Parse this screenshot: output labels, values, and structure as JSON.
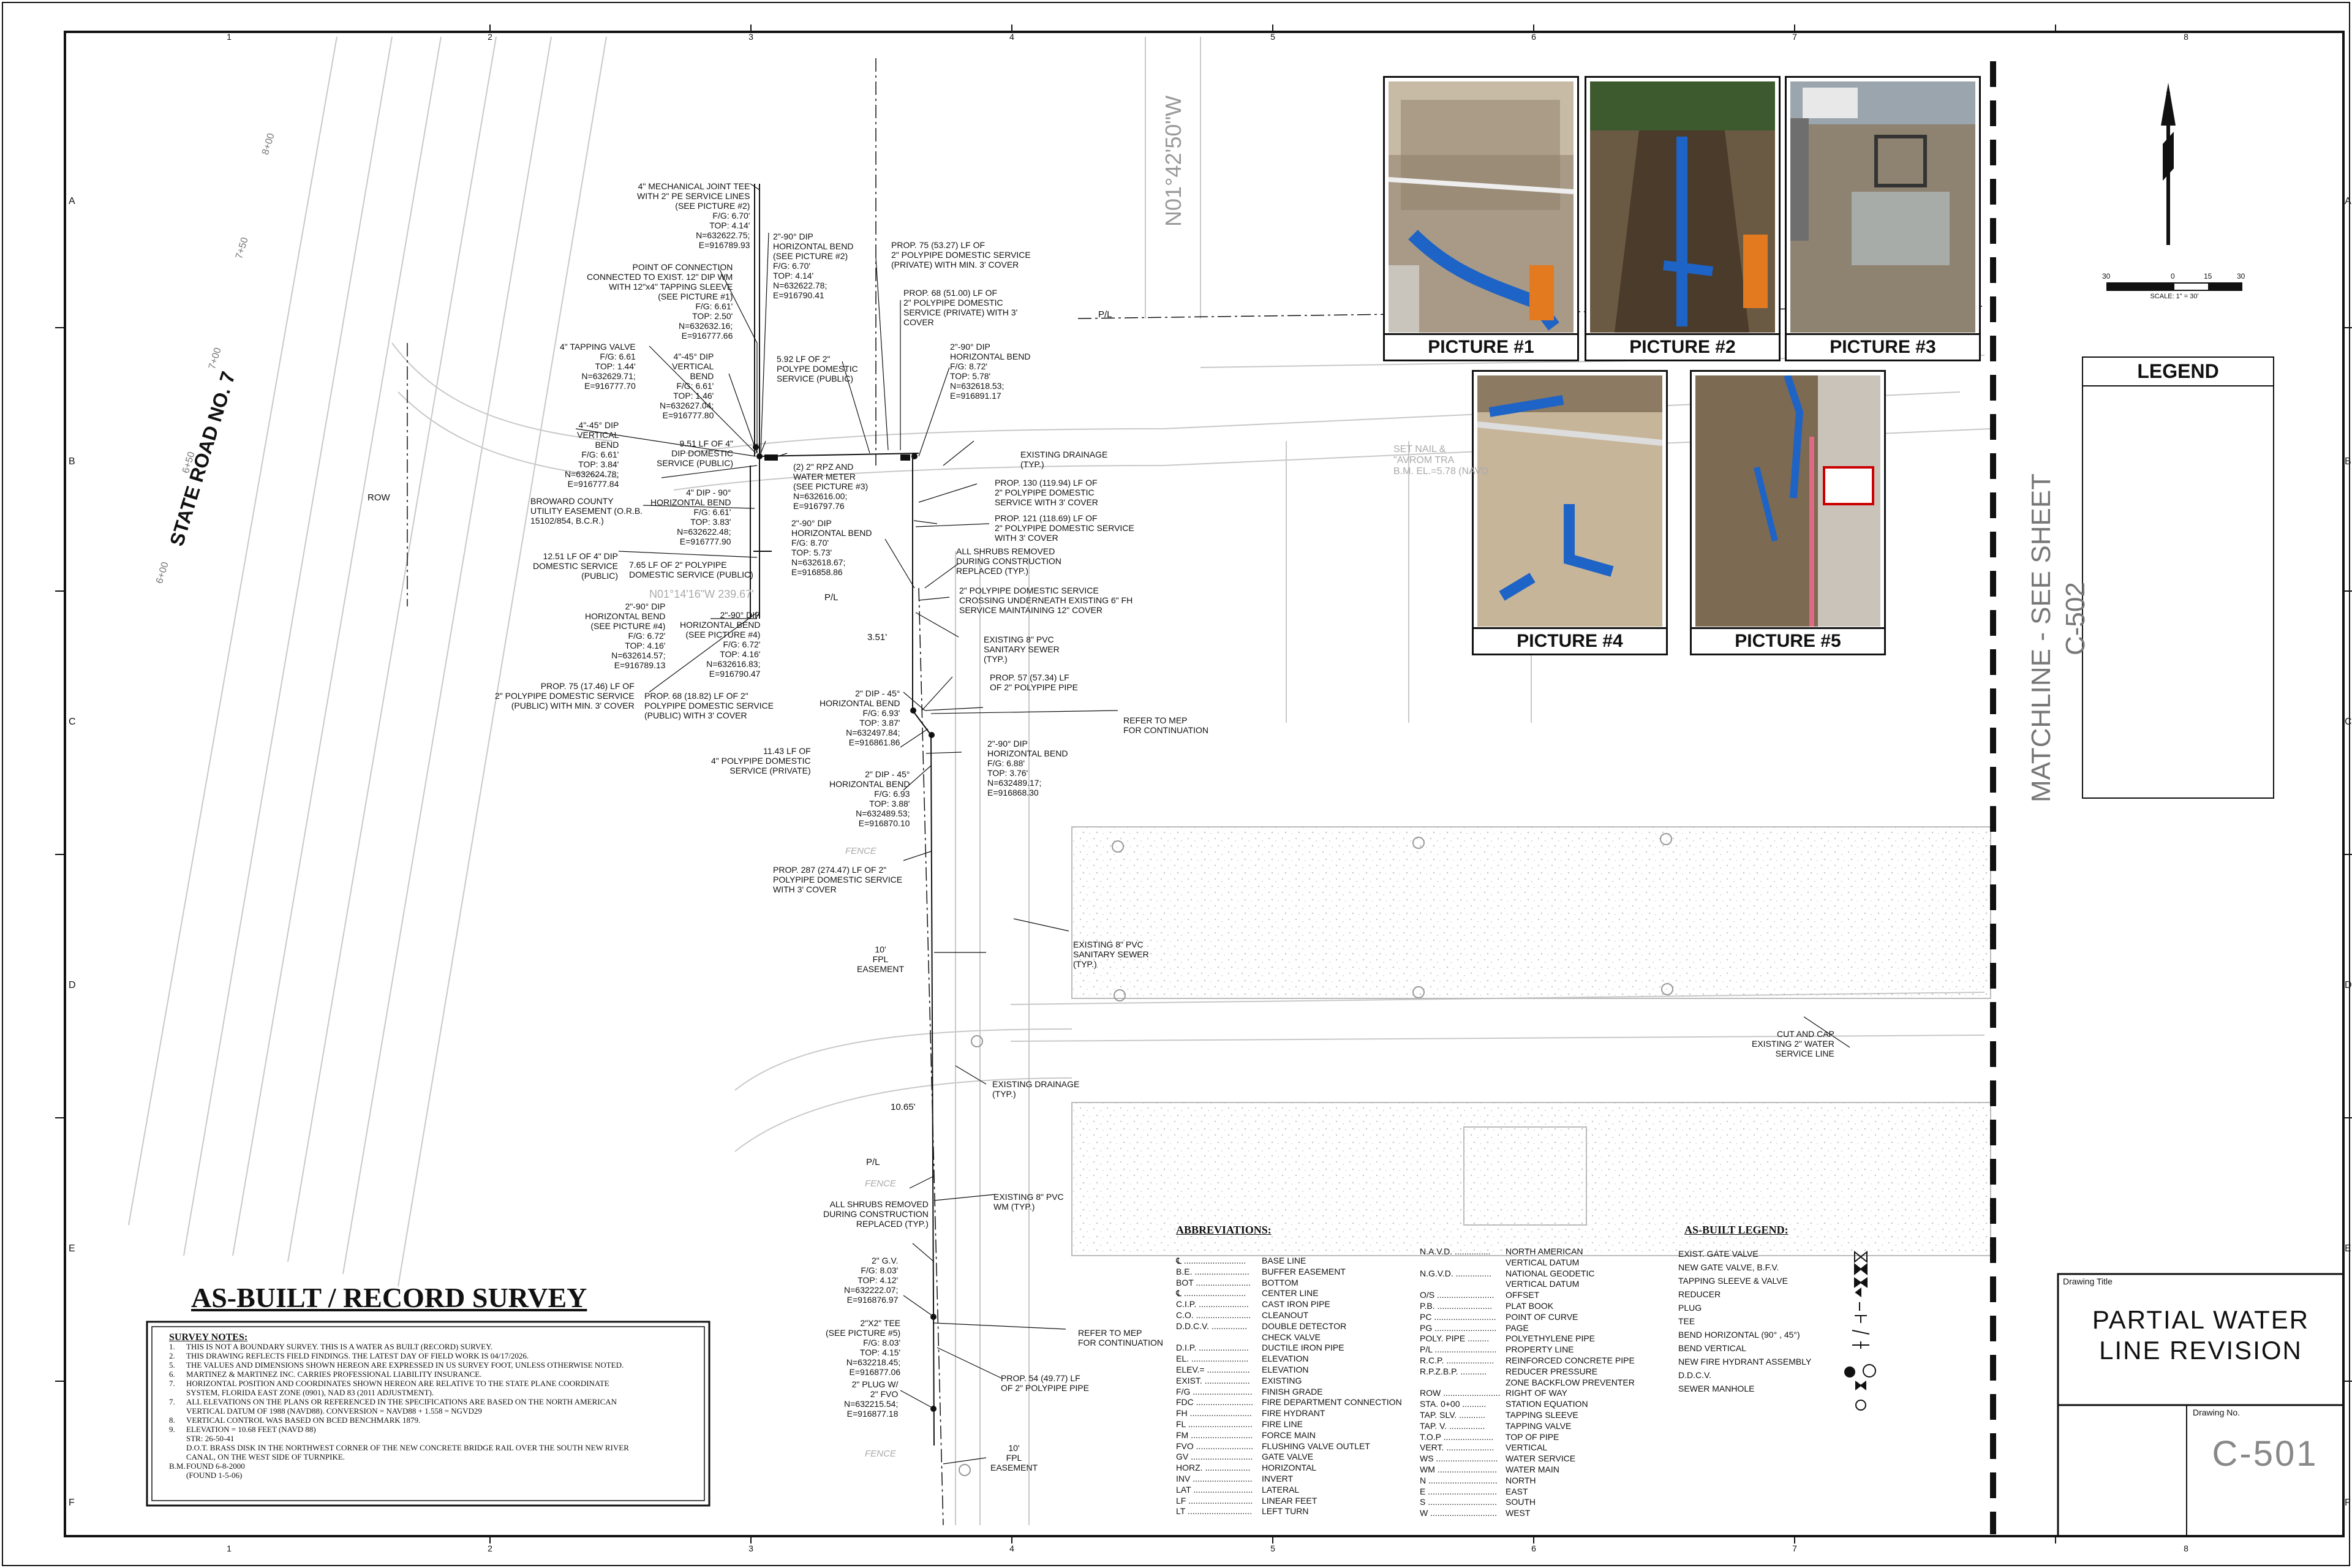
{
  "title_block": {
    "drawing_title_label": "Drawing Title",
    "drawing_title_line1": "PARTIAL WATER",
    "drawing_title_line2": "LINE REVISION",
    "drawing_no_label": "Drawing No.",
    "drawing_no": "C-501"
  },
  "survey_title": "AS-BUILT / RECORD SURVEY",
  "road_name": "STATE ROAD NO. 7",
  "bearing_label": "N01°42'50\"W",
  "matchline": {
    "line1": "MATCHLINE - SEE SHEET",
    "line2": "C-502"
  },
  "legend_title": "LEGEND",
  "scale": {
    "labels": [
      "30",
      "0",
      "15",
      "30"
    ],
    "caption": "SCALE: 1\" = 30'"
  },
  "grid": {
    "columns": [
      "1",
      "2",
      "3",
      "4",
      "5",
      "6",
      "7",
      "8"
    ],
    "rows": [
      "A",
      "B",
      "C",
      "D",
      "E",
      "F"
    ]
  },
  "stations": [
    "8+00",
    "7+50",
    "7+00",
    "6+50",
    "6+00"
  ],
  "photos": [
    "PICTURE #1",
    "PICTURE #2",
    "PICTURE #3",
    "PICTURE #4",
    "PICTURE #5"
  ],
  "callouts": [
    "4\" MECHANICAL JOINT TEE\nWITH 2\" PE SERVICE LINES\n(SEE PICTURE #2)\nF/G: 6.70'\nTOP: 4.14'\nN=632622.75;\nE=916789.93",
    "2\"-90° DIP\nHORIZONTAL BEND\n(SEE PICTURE #2)\nF/G: 6.70'\nTOP: 4.14'\nN=632622.78;\nE=916790.41",
    "PROP. 75 (53.27) LF OF\n2\" POLYPIPE DOMESTIC SERVICE\n(PRIVATE) WITH MIN. 3' COVER",
    "PROP. 68 (51.00) LF OF\n2\" POLYPIPE DOMESTIC\nSERVICE (PRIVATE) WITH 3'\nCOVER",
    "POINT OF CONNECTION\nCONNECTED TO EXIST. 12\" DIP WM\nWITH 12\"x4\" TAPPING SLEEVE\n(SEE PICTURE #1)\nF/G: 6.61'\nTOP: 2.50'\nN=632632.16;\nE=916777.66",
    "4\" TAPPING VALVE\nF/G: 6.61\nTOP: 1.44'\nN=632629.71;\nE=916777.70",
    "4\"-45° DIP\nVERTICAL\nBEND\nF/G: 6.61'\nTOP: 1.46'\nN=632627.04;\nE=916777.80",
    "5.92 LF OF 2\"\nPOLYPE DOMESTIC\nSERVICE (PUBLIC)",
    "2\"-90° DIP\nHORIZONTAL BEND\nF/G: 8.72'\nTOP: 5.78'\nN=632618.53;\nE=916891.17",
    "4\"-45° DIP\nVERTICAL\nBEND\nF/G: 6.61'\nTOP: 3.84'\nN=632624.78;\nE=916777.84",
    "9.51 LF OF 4\"\nDIP DOMESTIC\nSERVICE (PUBLIC)",
    "(2) 2\" RPZ AND\nWATER METER\n(SEE PICTURE #3)\nN=632616.00;\nE=916797.76",
    "EXISTING DRAINAGE\n(TYP.)",
    "BROWARD COUNTY\nUTILITY EASEMENT (O.R.B.\n15102/854, B.C.R.)",
    "4\" DIP - 90°\nHORIZONTAL BEND\nF/G: 6.61'\nTOP: 3.83'\nN=632622.48;\nE=916777.90",
    "2\"-90° DIP\nHORIZONTAL BEND\nF/G: 8.70'\nTOP: 5.73'\nN=632618.67;\nE=916858.86",
    "PROP. 130 (119.94) LF OF\n2\" POLYPIPE DOMESTIC\nSERVICE WITH 3' COVER",
    "PROP. 121 (118.69) LF OF\n2\" POLYPIPE DOMESTIC SERVICE\nWITH 3' COVER",
    "12.51 LF OF 4\" DIP\nDOMESTIC SERVICE\n(PUBLIC)",
    "7.65 LF OF 2\" POLYPIPE\nDOMESTIC SERVICE (PUBLIC)",
    "ALL SHRUBS REMOVED\nDURING CONSTRUCTION\nREPLACED (TYP.)",
    "2\" POLYPIPE DOMESTIC SERVICE\nCROSSING UNDERNEATH EXISTING 6\" FH\nSERVICE MAINTAINING 12\" COVER",
    "2\"-90° DIP\nHORIZONTAL BEND\n(SEE PICTURE #4)\nF/G: 6.72'\nTOP: 4.16'\nN=632614.57;\nE=916789.13",
    "2\"-90° DIP\nHORIZONTAL BEND\n(SEE PICTURE #4)\nF/G: 6.72'\nTOP: 4.16'\nN=632616.83;\nE=916790.47",
    "EXISTING 8\" PVC\nSANITARY SEWER\n(TYP.)",
    "PROP. 57 (57.34) LF\nOF 2\" POLYPIPE PIPE",
    "PROP. 75 (17.46) LF OF\n2\" POLYPIPE DOMESTIC SERVICE\n(PUBLIC) WITH MIN. 3' COVER",
    "PROP. 68 (18.82) LF OF 2\"\nPOLYPIPE DOMESTIC SERVICE\n(PUBLIC) WITH 3' COVER",
    "2\" DIP - 45°\nHORIZONTAL BEND\nF/G: 6.93'\nTOP: 3.87'\nN=632497.84;\nE=916861.86",
    "REFER TO MEP\nFOR CONTINUATION",
    "11.43 LF OF\n4\" POLYPIPE DOMESTIC\nSERVICE (PRIVATE)",
    "2\"-90° DIP\nHORIZONTAL BEND\nF/G: 6.88'\nTOP: 3.76'\nN=632489.17;\nE=916868.30",
    "2\" DIP - 45°\nHORIZONTAL BEND\nF/G: 6.93\nTOP: 3.88'\nN=632489.53;\nE=916870.10",
    "PROP. 287 (274.47) LF OF 2\"\nPOLYPIPE DOMESTIC SERVICE\nWITH 3' COVER",
    "EXISTING 8\" PVC\nSANITARY SEWER\n(TYP.)",
    "10'\nFPL\nEASEMENT",
    "CUT AND CAP\nEXISTING 2\" WATER\nSERVICE LINE",
    "EXISTING DRAINAGE\n(TYP.)",
    "ALL SHRUBS REMOVED\nDURING CONSTRUCTION\nREPLACED (TYP.)",
    "EXISTING 8\" PVC\nWM (TYP.)",
    "2\" G.V.\nF/G: 8.03'\nTOP: 4.12'\nN=632222.07;\nE=916876.97",
    "2\"X2\" TEE\n(SEE PICTURE #5)\nF/G: 8.03'\nTOP: 4.15'\nN=632218.45;\nE=916877.06",
    "REFER TO MEP\nFOR CONTINUATION",
    "PROP. 54 (49.77) LF\nOF 2\" POLYPIPE PIPE",
    "2\" PLUG W/\n2\" FVO\nN=632215.54;\nE=916877.18",
    "10'\nFPL\nEASEMENT"
  ],
  "dims": [
    "3.51'",
    "10.65'",
    "ROW",
    "P/L",
    "P/L",
    "P/L",
    "FENCE",
    "FENCE",
    "FENCE"
  ],
  "misc": {
    "line_label": "N01°14'16\"W 239.67'",
    "bm_text": "SET NAIL &\n\"AVROM TRA\nB.M. EL.=5.78 (NAVD"
  },
  "survey_notes": {
    "title": "SURVEY NOTES:",
    "items": [
      {
        "n": "1.",
        "t": "THIS IS NOT A BOUNDARY SURVEY. THIS IS A WATER AS BUILT (RECORD) SURVEY."
      },
      {
        "n": "2.",
        "t": "THIS DRAWING REFLECTS FIELD FINDINGS. THE LATEST DAY OF FIELD WORK IS 04/17/2026."
      },
      {
        "n": "5.",
        "t": "THE VALUES AND DIMENSIONS SHOWN HEREON ARE EXPRESSED IN US SURVEY FOOT, UNLESS OTHERWISE NOTED."
      },
      {
        "n": "6.",
        "t": "MARTINEZ & MARTINEZ INC. CARRIES PROFESSIONAL LIABILITY INSURANCE."
      },
      {
        "n": "7.",
        "t": "HORIZONTAL POSITION AND COORDINATES SHOWN HEREON ARE RELATIVE TO THE STATE PLANE COORDINATE"
      },
      {
        "n": "",
        "t": "SYSTEM, FLORIDA EAST ZONE (0901), NAD 83 (2011 ADJUSTMENT)."
      },
      {
        "n": "7.",
        "t": "ALL ELEVATIONS ON THE PLANS OR REFERENCED IN THE SPECIFICATIONS ARE BASED ON THE NORTH AMERICAN"
      },
      {
        "n": "",
        "t": "VERTICAL DATUM OF 1988 (NAVD88). CONVERSION = NAVD88 + 1.558 = NGVD29"
      },
      {
        "n": "8.",
        "t": "VERTICAL CONTROL WAS BASED ON BCED BENCHMARK 1879."
      },
      {
        "n": "9.",
        "t": "ELEVATION = 10.68 FEET (NAVD 88)"
      },
      {
        "n": "",
        "t": "STR: 26-50-41"
      },
      {
        "n": "",
        "t": "D.O.T. BRASS DISK IN THE NORTHWEST CORNER OF THE NEW CONCRETE BRIDGE RAIL OVER THE SOUTH NEW RIVER"
      },
      {
        "n": "",
        "t": "CANAL, ON THE WEST SIDE OF TURNPIKE."
      },
      {
        "n": "B.M.",
        "t": "FOUND 6-8-2000"
      },
      {
        "n": "",
        "t": "(FOUND 1-5-06)"
      }
    ]
  },
  "abbreviations": {
    "title": "ABBREVIATIONS:",
    "col1": [
      {
        "k": "℄ ..........................",
        "v": "BASE LINE"
      },
      {
        "k": "B.E. .......................",
        "v": "BUFFER EASEMENT"
      },
      {
        "k": "BOT .......................",
        "v": "BOTTOM"
      },
      {
        "k": "℄ ..........................",
        "v": "CENTER LINE"
      },
      {
        "k": "C.I.P. .....................",
        "v": "CAST IRON PIPE"
      },
      {
        "k": "C.O. .......................",
        "v": "CLEANOUT"
      },
      {
        "k": "D.D.C.V. ...............",
        "v": "DOUBLE DETECTOR"
      },
      {
        "k": "",
        "v": "CHECK VALVE"
      },
      {
        "k": "D.I.P. .....................",
        "v": "DUCTILE IRON PIPE"
      },
      {
        "k": "EL. ........................",
        "v": "ELEVATION"
      },
      {
        "k": "ELEV.= ..................",
        "v": "ELEVATION"
      },
      {
        "k": "EXIST. ...................",
        "v": "EXISTING"
      },
      {
        "k": "F/G .........................",
        "v": "FINISH GRADE"
      },
      {
        "k": "FDC ........................",
        "v": "FIRE DEPARTMENT CONNECTION"
      },
      {
        "k": "FH ..........................",
        "v": "FIRE HYDRANT"
      },
      {
        "k": "FL ...........................",
        "v": "FIRE LINE"
      },
      {
        "k": "FM ..........................",
        "v": "FORCE MAIN"
      },
      {
        "k": "FVO ........................",
        "v": "FLUSHING VALVE OUTLET"
      },
      {
        "k": "GV ..........................",
        "v": "GATE VALVE"
      },
      {
        "k": "HORZ. ...................",
        "v": "HORIZONTAL"
      },
      {
        "k": "INV .........................",
        "v": "INVERT"
      },
      {
        "k": "LAT .........................",
        "v": "LATERAL"
      },
      {
        "k": "LF ...........................",
        "v": "LINEAR FEET"
      },
      {
        "k": "LT ...........................",
        "v": "LEFT TURN"
      }
    ],
    "col2": [
      {
        "k": "N.A.V.D. ...............",
        "v": "NORTH AMERICAN"
      },
      {
        "k": "",
        "v": "VERTICAL DATUM"
      },
      {
        "k": "N.G.V.D. ...............",
        "v": "NATIONAL GEODETIC"
      },
      {
        "k": "",
        "v": "VERTICAL DATUM"
      },
      {
        "k": "O/S ........................",
        "v": "OFFSET"
      },
      {
        "k": "P.B. .......................",
        "v": "PLAT BOOK"
      },
      {
        "k": "PC ..........................",
        "v": "POINT OF CURVE"
      },
      {
        "k": "PG ..........................",
        "v": "PAGE"
      },
      {
        "k": "POLY. PIPE .........",
        "v": "POLYETHYLENE PIPE"
      },
      {
        "k": "P/L ..........................",
        "v": "PROPERTY LINE"
      },
      {
        "k": "R.C.P. ....................",
        "v": "REINFORCED CONCRETE PIPE"
      },
      {
        "k": "R.P.Z.B.P. ...........",
        "v": "REDUCER PRESSURE"
      },
      {
        "k": "",
        "v": "ZONE BACKFLOW PREVENTER"
      },
      {
        "k": "ROW ........................",
        "v": "RIGHT OF WAY"
      },
      {
        "k": "STA. 0+00 ..........",
        "v": "STATION EQUATION"
      },
      {
        "k": "TAP. SLV. ...........",
        "v": "TAPPING SLEEVE"
      },
      {
        "k": "TAP. V. ...............",
        "v": "TAPPING VALVE"
      },
      {
        "k": "T.O.P .....................",
        "v": "TOP OF PIPE"
      },
      {
        "k": "VERT. ....................",
        "v": "VERTICAL"
      },
      {
        "k": "WS ..........................",
        "v": "WATER SERVICE"
      },
      {
        "k": "WM .........................",
        "v": "WATER MAIN"
      },
      {
        "k": "N .............................",
        "v": "NORTH"
      },
      {
        "k": "E .............................",
        "v": "EAST"
      },
      {
        "k": "S .............................",
        "v": "SOUTH"
      },
      {
        "k": "W ............................",
        "v": "WEST"
      }
    ]
  },
  "asbuilt_legend": {
    "title": "AS-BUILT LEGEND:",
    "items": [
      "EXIST. GATE VALVE",
      "NEW GATE VALVE, B.F.V.",
      "TAPPING SLEEVE & VALVE",
      "REDUCER",
      "PLUG",
      "TEE",
      "BEND HORIZONTAL (90° , 45°)",
      "BEND VERTICAL",
      "NEW FIRE HYDRANT ASSEMBLY",
      "D.D.C.V.",
      "SEWER MANHOLE"
    ]
  }
}
